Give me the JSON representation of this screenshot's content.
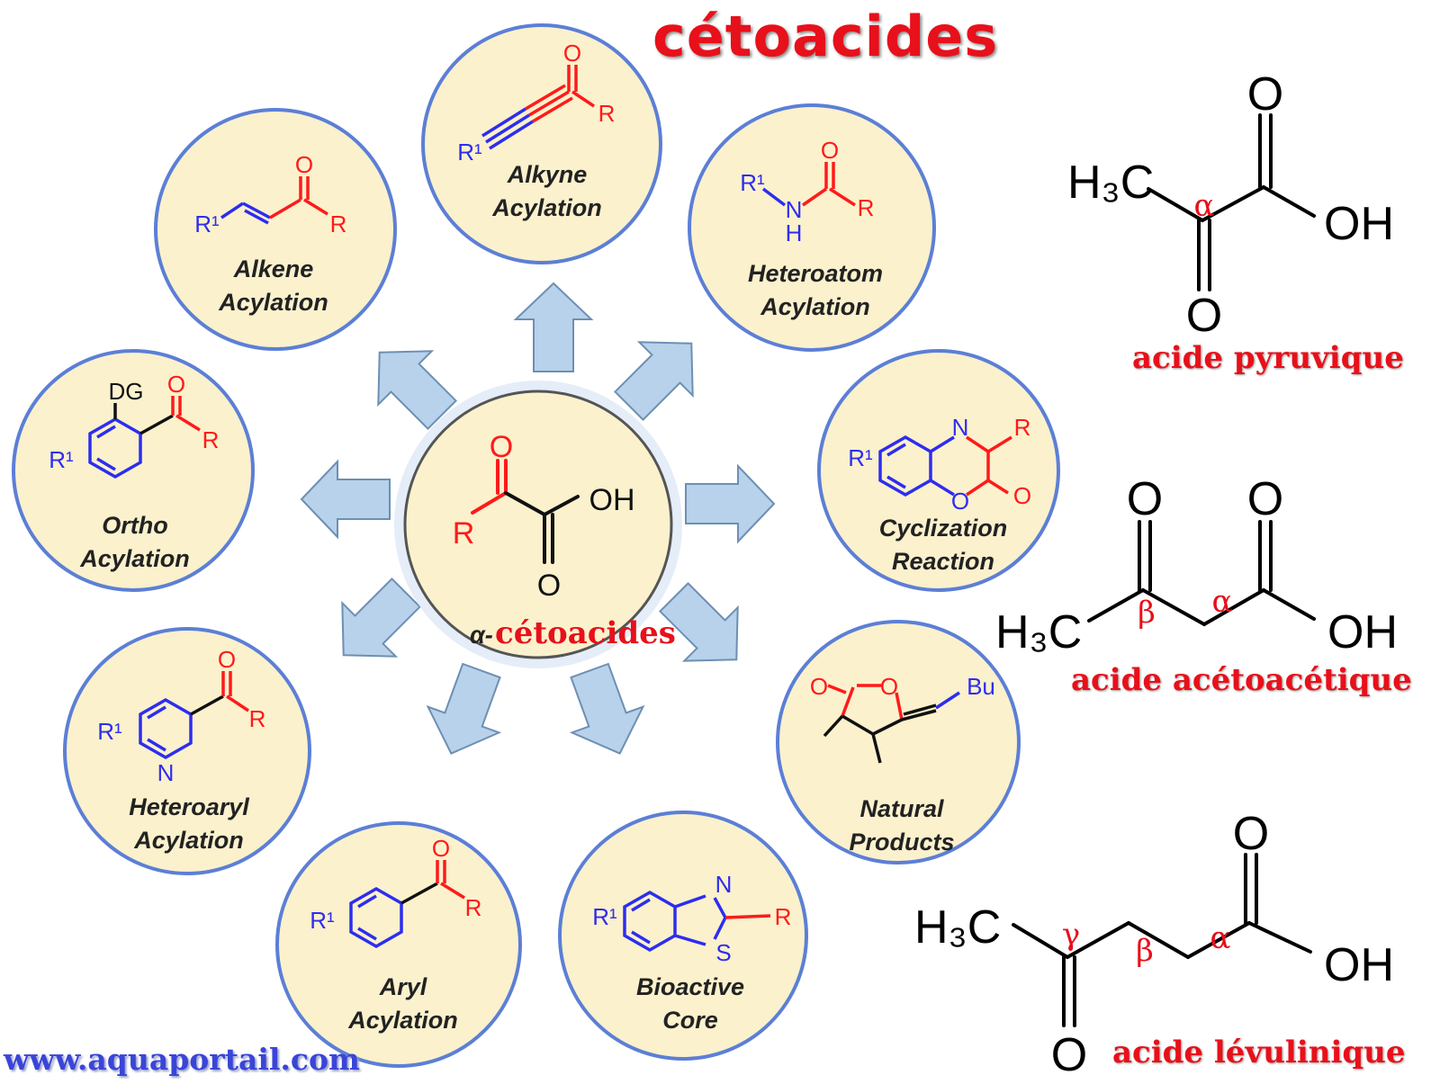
{
  "title": "cétoacides",
  "center": {
    "prefix": "α-",
    "label": "cétoacides",
    "atoms": {
      "R": "R",
      "OH": "OH",
      "O_top": "O",
      "O_bottom": "O"
    }
  },
  "reactions": [
    {
      "id": "alkyne",
      "line1": "Alkyne",
      "line2": "Acylation"
    },
    {
      "id": "heteroatom",
      "line1": "Heteroatom",
      "line2": "Acylation"
    },
    {
      "id": "cyclization",
      "line1": "Cyclization",
      "line2": "Reaction"
    },
    {
      "id": "natural",
      "line1": "Natural",
      "line2": "Products"
    },
    {
      "id": "bioactive",
      "line1": "Bioactive",
      "line2": "Core"
    },
    {
      "id": "aryl",
      "line1": "Aryl",
      "line2": "Acylation"
    },
    {
      "id": "heteroaryl",
      "line1": "Heteroaryl",
      "line2": "Acylation"
    },
    {
      "id": "ortho",
      "line1": "Ortho",
      "line2": "Acylation"
    },
    {
      "id": "alkene",
      "line1": "Alkene",
      "line2": "Acylation"
    }
  ],
  "atom_labels": {
    "R": "R",
    "R1": "R¹",
    "O": "O",
    "N": "N",
    "H": "H",
    "S": "S",
    "DG": "DG",
    "Bu": "Bu"
  },
  "molecules": [
    {
      "name": "acide pyruvique",
      "h3c": "H₃C",
      "oh": "OH",
      "o": "O",
      "greek": [
        "α"
      ]
    },
    {
      "name": "acide acétoacétique",
      "h3c": "H₃C",
      "oh": "OH",
      "o": "O",
      "greek": [
        "β",
        "α"
      ]
    },
    {
      "name": "acide lévulinique",
      "h3c": "H₃C",
      "oh": "OH",
      "o": "O",
      "greek": [
        "γ",
        "β",
        "α"
      ]
    }
  ],
  "footer": {
    "url": "www.aquaportail.com"
  },
  "colors": {
    "title_red": "#e8101a",
    "circle_fill": "#fbf1cd",
    "circle_stroke": "#5c7fd6",
    "arrow_fill": "#b7d2ea",
    "arrow_stroke": "#6d8fb3",
    "structure_blue": "#2d2df0",
    "structure_red": "#ff1a1a",
    "url_blue": "#3a45d8"
  }
}
